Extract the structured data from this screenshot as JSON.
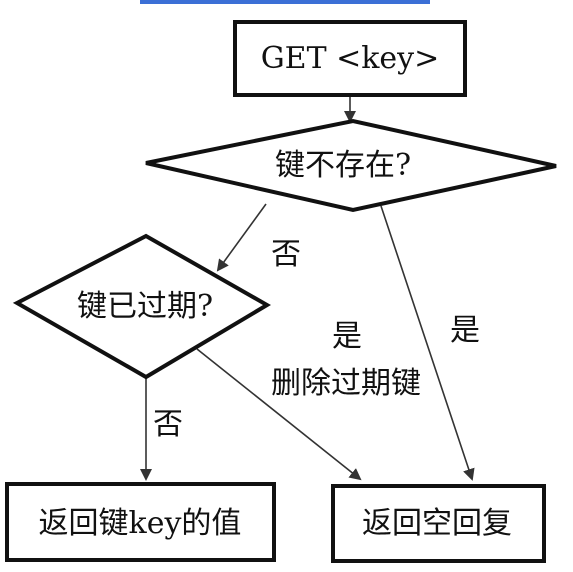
{
  "nodes": {
    "start": "GET <key>",
    "key_not_exist": "键不存在?",
    "key_expired": "键已过期?",
    "return_value": "返回键key的值",
    "return_empty": "返回空回复"
  },
  "edges": {
    "not_exist_no": "否",
    "not_exist_yes": "是",
    "expired_yes": "是",
    "expired_action": "删除过期键",
    "expired_no": "否"
  },
  "colors": {
    "stroke": "#111111",
    "edge": "#333333",
    "top_line": "#3b6fd6"
  }
}
